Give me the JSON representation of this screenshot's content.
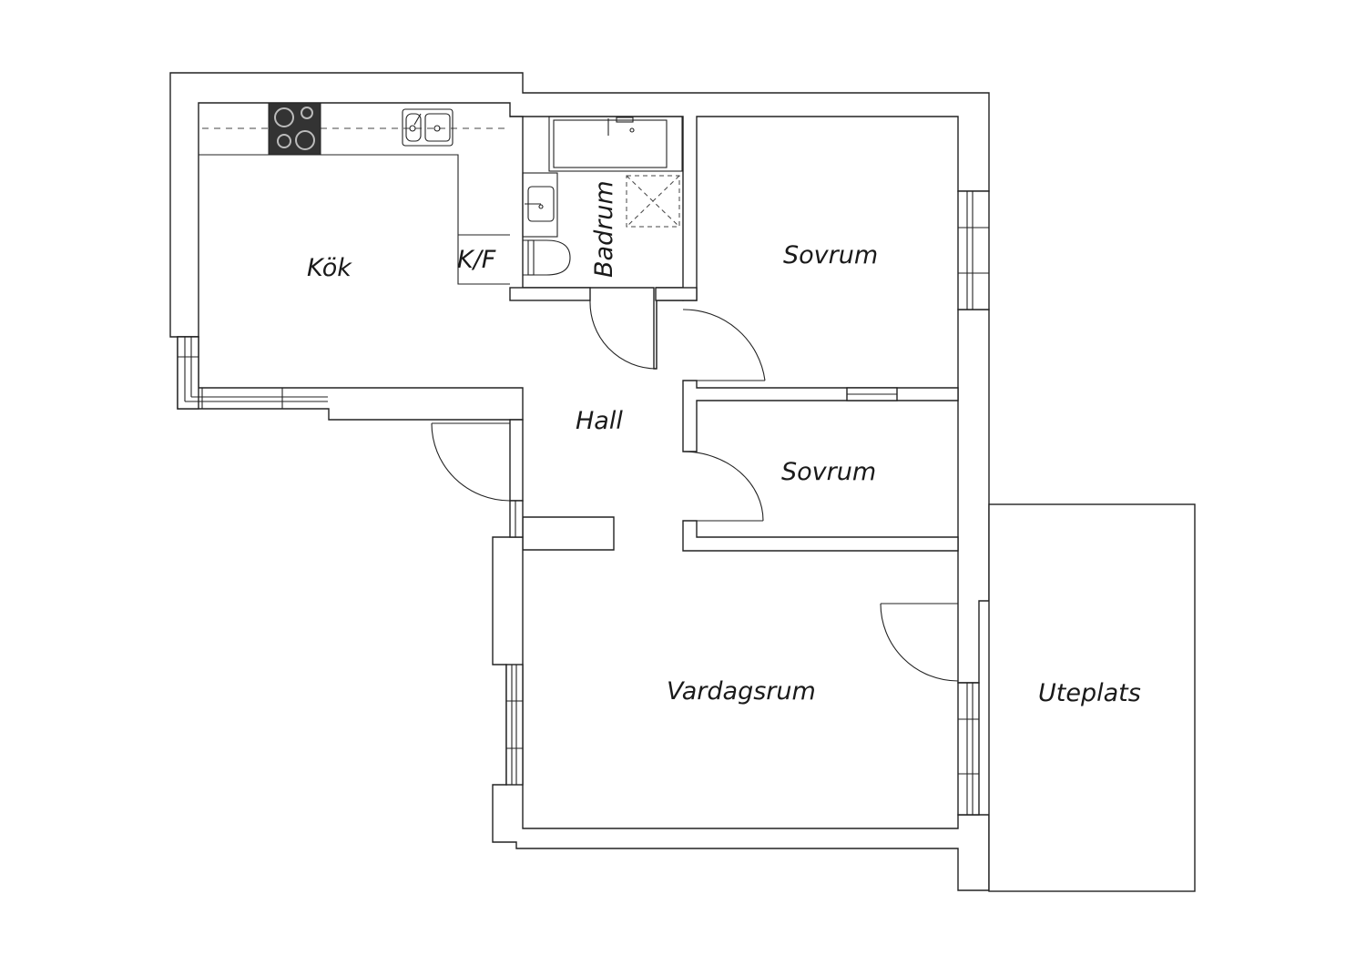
{
  "rooms": {
    "kitchen": "Kök",
    "fridge": "K/F",
    "bathroom": "Badrum",
    "bedroom1": "Sovrum",
    "bedroom2": "Sovrum",
    "hall": "Hall",
    "living": "Vardagsrum",
    "patio": "Uteplats"
  }
}
